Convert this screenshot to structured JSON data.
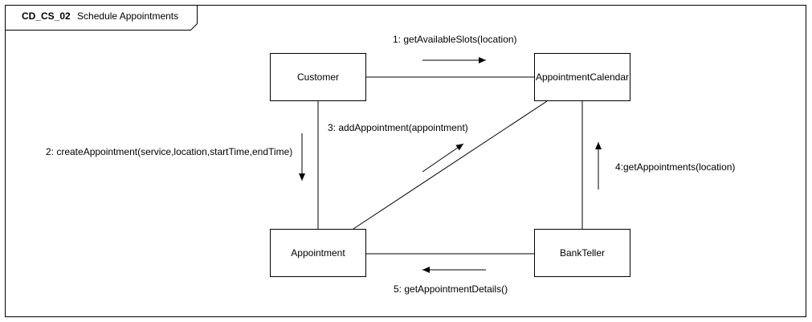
{
  "frame": {
    "id": "CD_CS_02",
    "name": "Schedule Appointments"
  },
  "objects": {
    "customer": "Customer",
    "calendar": "AppointmentCalendar",
    "appointment": "Appointment",
    "teller": "BankTeller"
  },
  "messages": {
    "m1": "1: getAvailableSlots(location)",
    "m2": "2: createAppointment(service,location,startTime,endTime)",
    "m3": "3: addAppointment(appointment)",
    "m4": "4:getAppointments(location)",
    "m5": "5: getAppointmentDetails()"
  }
}
